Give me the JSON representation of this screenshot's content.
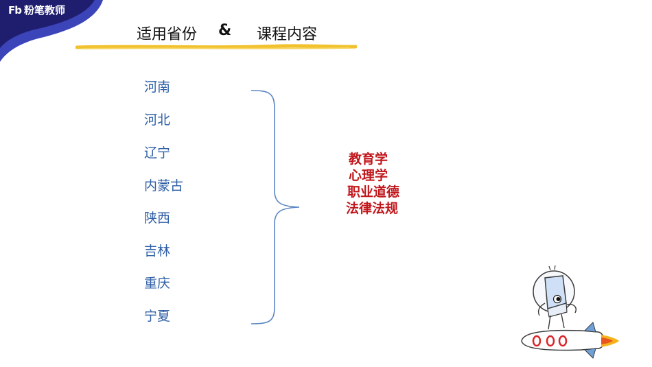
{
  "brand": {
    "name": "粉笔教师",
    "mark": "Fb"
  },
  "heading": {
    "left": "适用省份",
    "amp": "&",
    "right": "课程内容"
  },
  "provinces": [
    "河南",
    "河北",
    "辽宁",
    "内蒙古",
    "陕西",
    "吉林",
    "重庆",
    "宁夏"
  ],
  "courses": [
    "教育学",
    "心理学",
    "职业道德",
    "法律法规"
  ],
  "colors": {
    "corner_dark": "#1f1e6e",
    "corner_mid": "#3b44b8",
    "province_text": "#2e5fa6",
    "course_text": "#c0161b",
    "underline": "#f2c12e",
    "brace": "#5b86c2"
  }
}
